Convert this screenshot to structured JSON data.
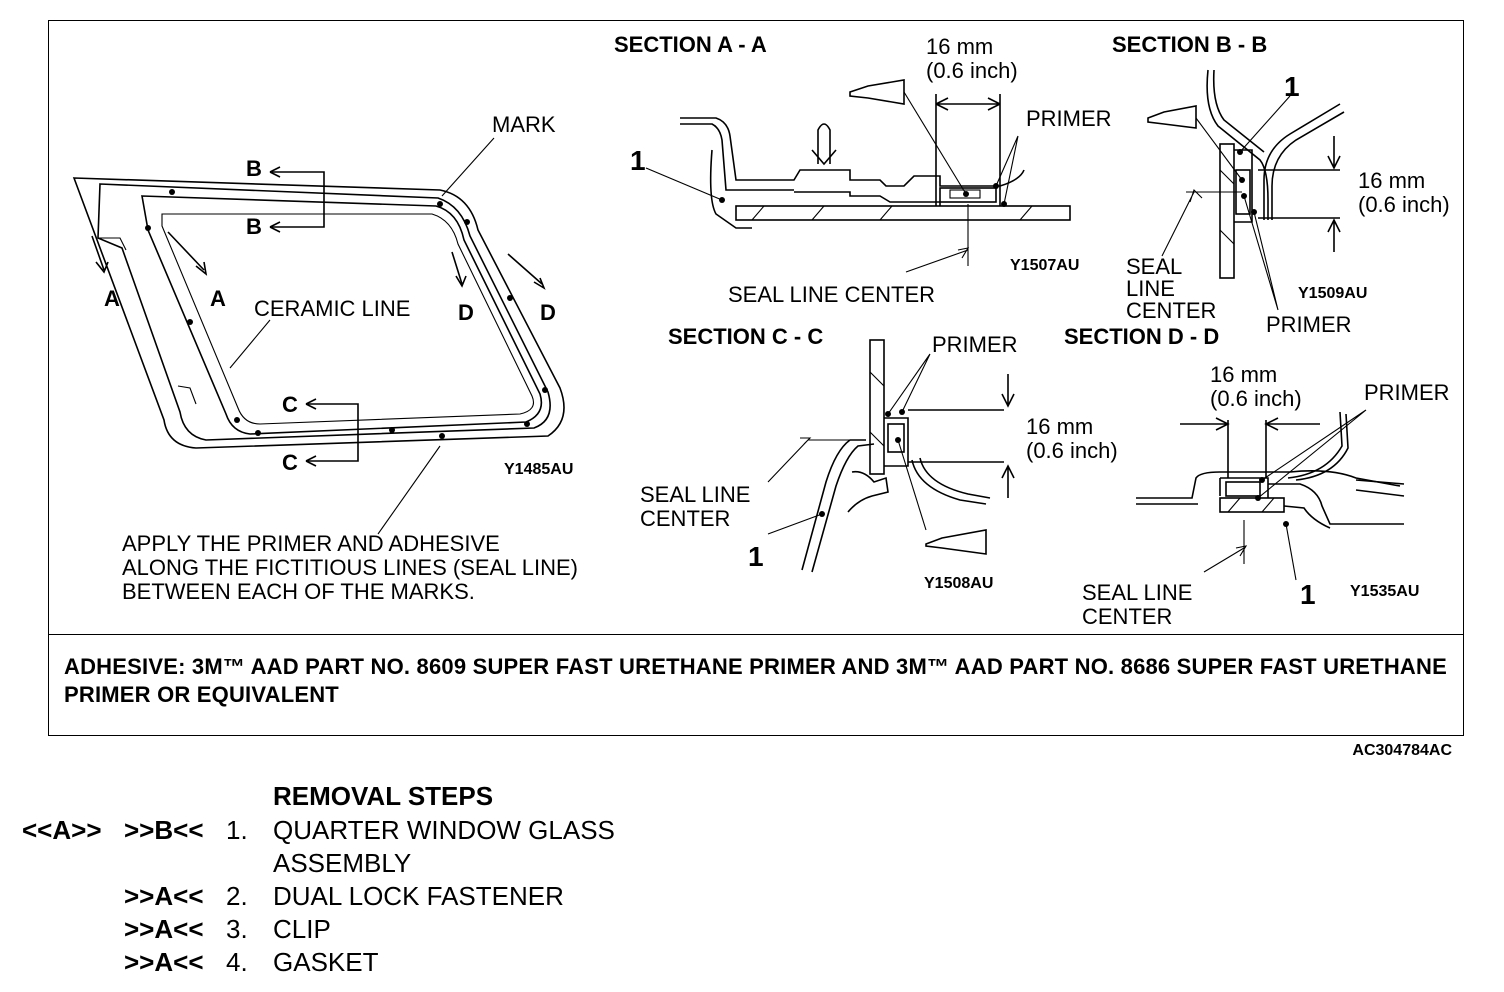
{
  "diagram": {
    "overview": {
      "mark": "MARK",
      "ceramic_line": "CERAMIC LINE",
      "ref": "Y1485AU",
      "section_labels": [
        "A",
        "A",
        "B",
        "B",
        "C",
        "C",
        "D",
        "D"
      ],
      "instruction": [
        "APPLY THE PRIMER AND ADHESIVE",
        "ALONG THE FICTITIOUS LINES (SEAL LINE)",
        "BETWEEN EACH OF THE MARKS."
      ]
    },
    "section_aa": {
      "title": "SECTION A - A",
      "dim": [
        "16 mm",
        "(0.6 inch)"
      ],
      "primer": "PRIMER",
      "part": "1",
      "seal_line": "SEAL LINE CENTER",
      "ref": "Y1507AU"
    },
    "section_bb": {
      "title": "SECTION B - B",
      "dim": [
        "16 mm",
        "(0.6 inch)"
      ],
      "primer": "PRIMER",
      "part": "1",
      "seal_line": [
        "SEAL",
        "LINE",
        "CENTER"
      ],
      "ref": "Y1509AU"
    },
    "section_cc": {
      "title": "SECTION C - C",
      "dim": [
        "16 mm",
        "(0.6 inch)"
      ],
      "primer": "PRIMER",
      "part": "1",
      "seal_line": [
        "SEAL LINE",
        "CENTER"
      ],
      "ref": "Y1508AU"
    },
    "section_dd": {
      "title": "SECTION D - D",
      "dim": [
        "16 mm",
        "(0.6 inch)"
      ],
      "primer": "PRIMER",
      "part": "1",
      "seal_line": [
        "SEAL LINE",
        "CENTER"
      ],
      "ref": "Y1535AU"
    }
  },
  "note": "ADHESIVE: 3M™ AAD PART NO. 8609 SUPER FAST URETHANE PRIMER AND 3M™ AAD PART NO. 8686 SUPER FAST URETHANE PRIMER OR EQUIVALENT",
  "doc_id": "AC304784AC",
  "removal_steps": {
    "heading": "REMOVAL STEPS",
    "items": [
      {
        "ref1": "<<A>>",
        "ref2": ">>B<<",
        "num": "1.",
        "label": "QUARTER WINDOW GLASS"
      },
      {
        "ref1": "",
        "ref2": "",
        "num": "",
        "label": "ASSEMBLY"
      },
      {
        "ref1": "",
        "ref2": ">>A<<",
        "num": "2.",
        "label": "DUAL LOCK FASTENER"
      },
      {
        "ref1": "",
        "ref2": ">>A<<",
        "num": "3.",
        "label": "CLIP"
      },
      {
        "ref1": "",
        "ref2": ">>A<<",
        "num": "4.",
        "label": "GASKET"
      }
    ]
  }
}
